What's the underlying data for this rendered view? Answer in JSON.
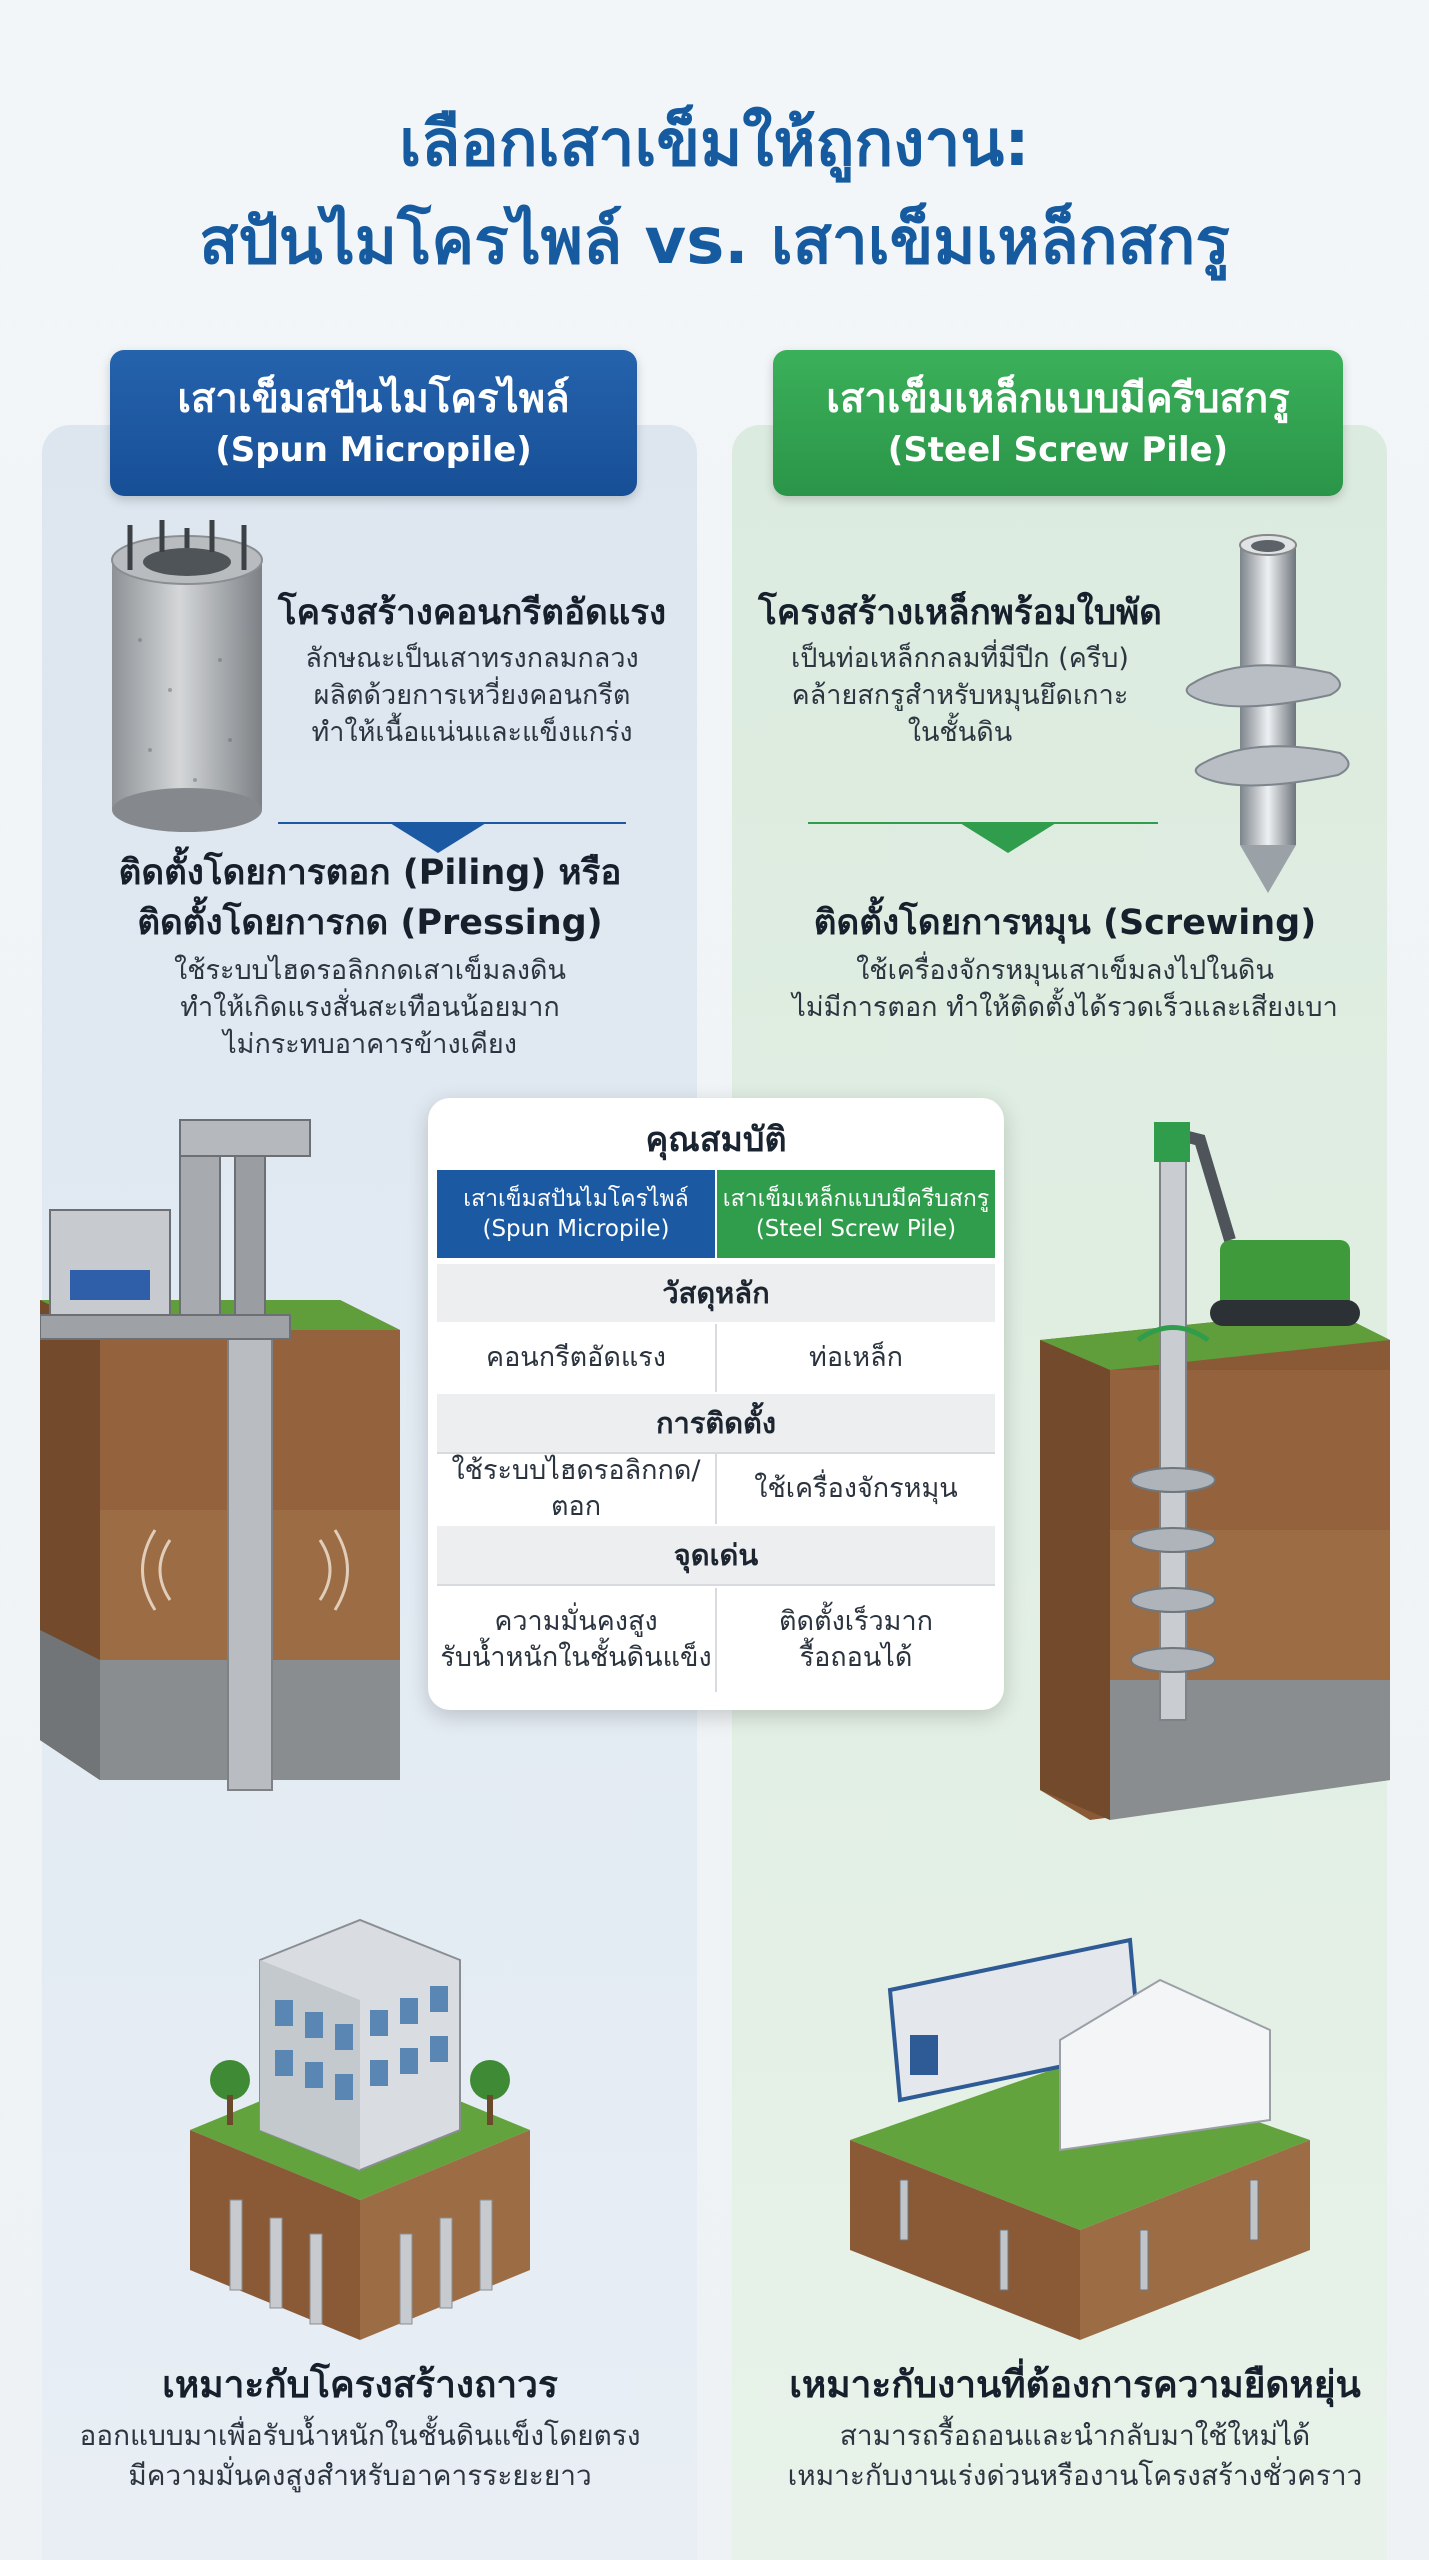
{
  "title": {
    "line1": "เลือกเสาเข็มให้ถูกงาน:",
    "line2": "สปันไมโครไพล์ vs. เสาเข็มเหล็กสกรู"
  },
  "left": {
    "header_th": "เสาเข็มสปันไมโครไพล์",
    "header_en": "(Spun Micropile)",
    "structure": {
      "heading": "โครงสร้างคอนกรีตอัดแรง",
      "lines": [
        "ลักษณะเป็นเสาทรงกลมกลวง",
        "ผลิตด้วยการเหวี่ยงคอนกรีต",
        "ทำให้เนื้อแน่นและแข็งแกร่ง"
      ]
    },
    "install": {
      "heading1": "ติดตั้งโดยการตอก (Piling) หรือ",
      "heading2": "ติดตั้งโดยการกด (Pressing)",
      "lines": [
        "ใช้ระบบไฮดรอลิกกดเสาเข็มลงดิน",
        "ทำให้เกิดแรงสั่นสะเทือนน้อยมาก",
        "ไม่กระทบอาคารข้างเคียง"
      ]
    },
    "bottom": {
      "heading": "เหมาะกับโครงสร้างถาวร",
      "lines": [
        "ออกแบบมาเพื่อรับน้ำหนักในชั้นดินแข็งโดยตรง",
        "มีความมั่นคงสูงสำหรับอาคารระยะยาว"
      ]
    }
  },
  "right": {
    "header_th": "เสาเข็มเหล็กแบบมีครีบสกรู",
    "header_en": "(Steel Screw Pile)",
    "structure": {
      "heading": "โครงสร้างเหล็กพร้อมใบพัด",
      "lines": [
        "เป็นท่อเหล็กกลมที่มีปีก (ครีบ)",
        "คล้ายสกรูสำหรับหมุนยึดเกาะ",
        "ในชั้นดิน"
      ]
    },
    "install": {
      "heading1": "ติดตั้งโดยการหมุน (Screwing)",
      "lines": [
        "ใช้เครื่องจักรหมุนเสาเข็มลงไปในดิน",
        "ไม่มีการตอก ทำให้ติดตั้งได้รวดเร็วและเสียงเบา"
      ]
    },
    "bottom": {
      "heading": "เหมาะกับงานที่ต้องการความยืดหยุ่น",
      "lines": [
        "สามารถรื้อถอนและนำกลับมาใช้ใหม่ได้",
        "เหมาะกับงานเร่งด่วนหรืองานโครงสร้างชั่วคราว"
      ]
    }
  },
  "table": {
    "title": "คุณสมบัติ",
    "col_left_th": "เสาเข็มสปันไมโครไพล์",
    "col_left_en": "(Spun Micropile)",
    "col_right_th": "เสาเข็มเหล็กแบบมีครีบสกรู",
    "col_right_en": "(Steel Screw Pile)",
    "rows": [
      {
        "label": "วัสดุหลัก",
        "left": [
          "คอนกรีตอัดแรง"
        ],
        "right": [
          "ท่อเหล็ก"
        ]
      },
      {
        "label": "การติดตั้ง",
        "left": [
          "ใช้ระบบไฮดรอลิกกด/ตอก"
        ],
        "right": [
          "ใช้เครื่องจักรหมุน"
        ]
      },
      {
        "label": "จุดเด่น",
        "left": [
          "ความมั่นคงสูง",
          "รับน้ำหนักในชั้นดินแข็ง"
        ],
        "right": [
          "ติดตั้งเร็วมาก",
          "รื้อถอนได้"
        ]
      }
    ]
  },
  "colors": {
    "title": "#165ba0",
    "blue": "#1b5aa3",
    "green": "#2f9d4c"
  }
}
